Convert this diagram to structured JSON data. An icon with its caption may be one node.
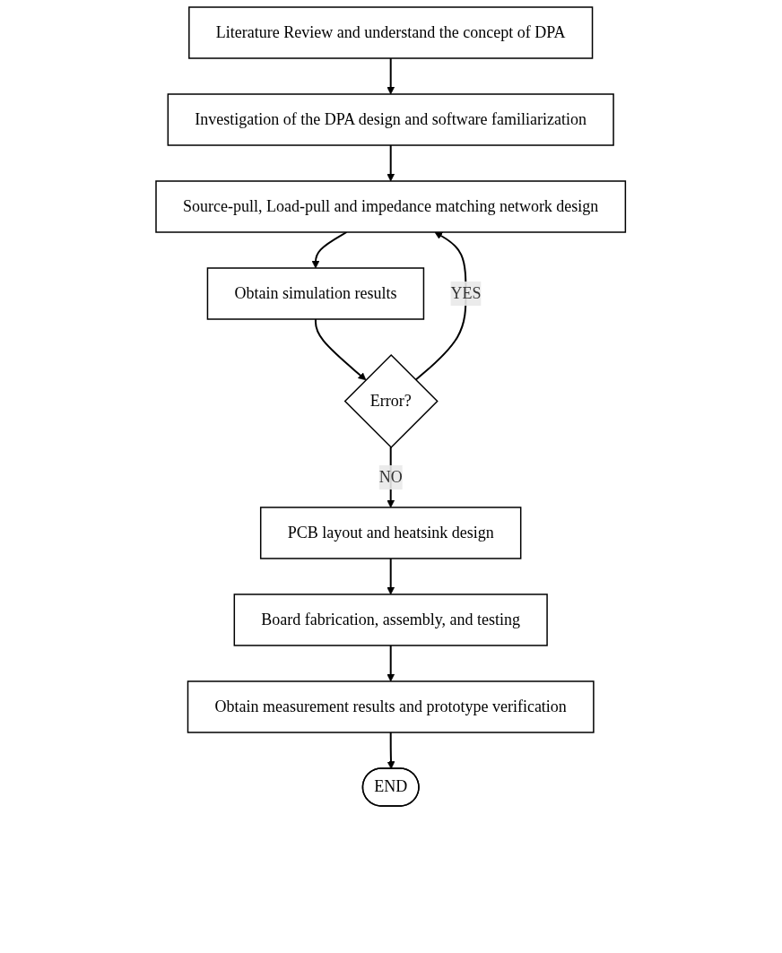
{
  "diagram": {
    "nodes": [
      {
        "text": [
          "Literature Review and understand the concept of DPA"
        ]
      },
      {
        "text": [
          "Investigation of the DPA design and software familiarization"
        ]
      },
      {
        "text": [
          "Source-pull, Load-pull and impedance matching network design"
        ]
      },
      {
        "text": [
          "Obtain simulation results"
        ]
      },
      {
        "text": [
          "Error?"
        ]
      },
      {
        "text": [
          "PCB layout and heatsink design"
        ]
      },
      {
        "text": [
          "Board fabrication, assembly, and testing"
        ]
      },
      {
        "text": [
          "Obtain measurement results and prototype verification"
        ]
      },
      {
        "text": [
          "END"
        ]
      }
    ],
    "edges": [
      {
        "from": 0,
        "to": 1,
        "arrow": "to"
      },
      {
        "from": 1,
        "to": 2,
        "arrow": "to"
      },
      {
        "from": 2,
        "to": 3,
        "arrow": "to"
      },
      {
        "from": 3,
        "to": 4,
        "arrow": "to"
      },
      {
        "from": 4,
        "to": 2,
        "arrow": "to",
        "label": "YES"
      },
      {
        "from": 4,
        "to": 5,
        "arrow": "to",
        "label": "NO"
      },
      {
        "from": 5,
        "to": 6,
        "arrow": "to"
      },
      {
        "from": 6,
        "to": 7,
        "arrow": "to"
      },
      {
        "from": 7,
        "to": 8,
        "arrow": "to"
      }
    ]
  }
}
